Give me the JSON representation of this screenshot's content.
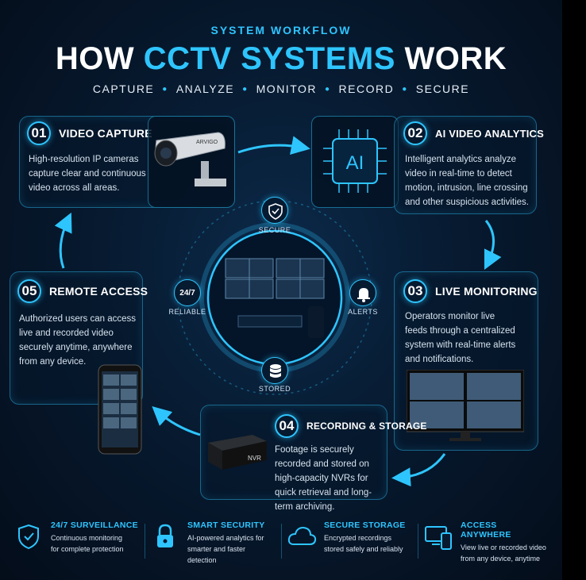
{
  "header": {
    "eyebrow": "SYSTEM WORKFLOW",
    "title_pre": "HOW ",
    "title_accent": "CCTV SYSTEMS",
    "title_post": " WORK",
    "steps": [
      "CAPTURE",
      "ANALYZE",
      "MONITOR",
      "RECORD",
      "SECURE"
    ]
  },
  "cards": {
    "capture": {
      "num": "01",
      "title": "VIDEO CAPTURE",
      "desc": "High-resolution IP cameras capture clear and continuous video across all areas.",
      "camera_brand": "ARVIGO"
    },
    "analytics": {
      "num": "02",
      "title": "AI VIDEO ANALYTICS",
      "desc": "Intelligent analytics analyze video in real-time to detect motion, intrusion, line crossing and other suspicious activities.",
      "chip_label": "AI"
    },
    "monitoring": {
      "num": "03",
      "title": "LIVE MONITORING",
      "desc": "Operators monitor live feeds through a centralized system with real-time alerts and notifications."
    },
    "recording": {
      "num": "04",
      "title": "RECORDING & STORAGE",
      "desc": "Footage is securely recorded and stored on high-capacity NVRs for quick retrieval and long-term archiving.",
      "device_label": "NVR"
    },
    "remote": {
      "num": "05",
      "title": "REMOTE ACCESS",
      "desc": "Authorized users can access live and recorded video securely anytime, anywhere from any device."
    }
  },
  "center": {
    "secure": "SECURE",
    "reliable_badge": "24/7",
    "reliable": "RELIABLE",
    "alerts": "ALERTS",
    "stored": "STORED"
  },
  "footer": [
    {
      "icon": "shield-icon",
      "title": "24/7 SURVEILLANCE",
      "line1": "Continuous monitoring",
      "line2": "for complete protection"
    },
    {
      "icon": "lock-icon",
      "title": "SMART SECURITY",
      "line1": "AI-powered analytics for",
      "line2": "smarter and faster detection"
    },
    {
      "icon": "cloud-icon",
      "title": "SECURE STORAGE",
      "line1": "Encrypted recordings",
      "line2": "stored safely and reliably"
    },
    {
      "icon": "devices-icon",
      "title": "ACCESS ANYWHERE",
      "line1": "View live or recorded video",
      "line2": "from any device, anytime"
    }
  ],
  "colors": {
    "accent": "#2ec5ff",
    "background": "#071a30"
  }
}
